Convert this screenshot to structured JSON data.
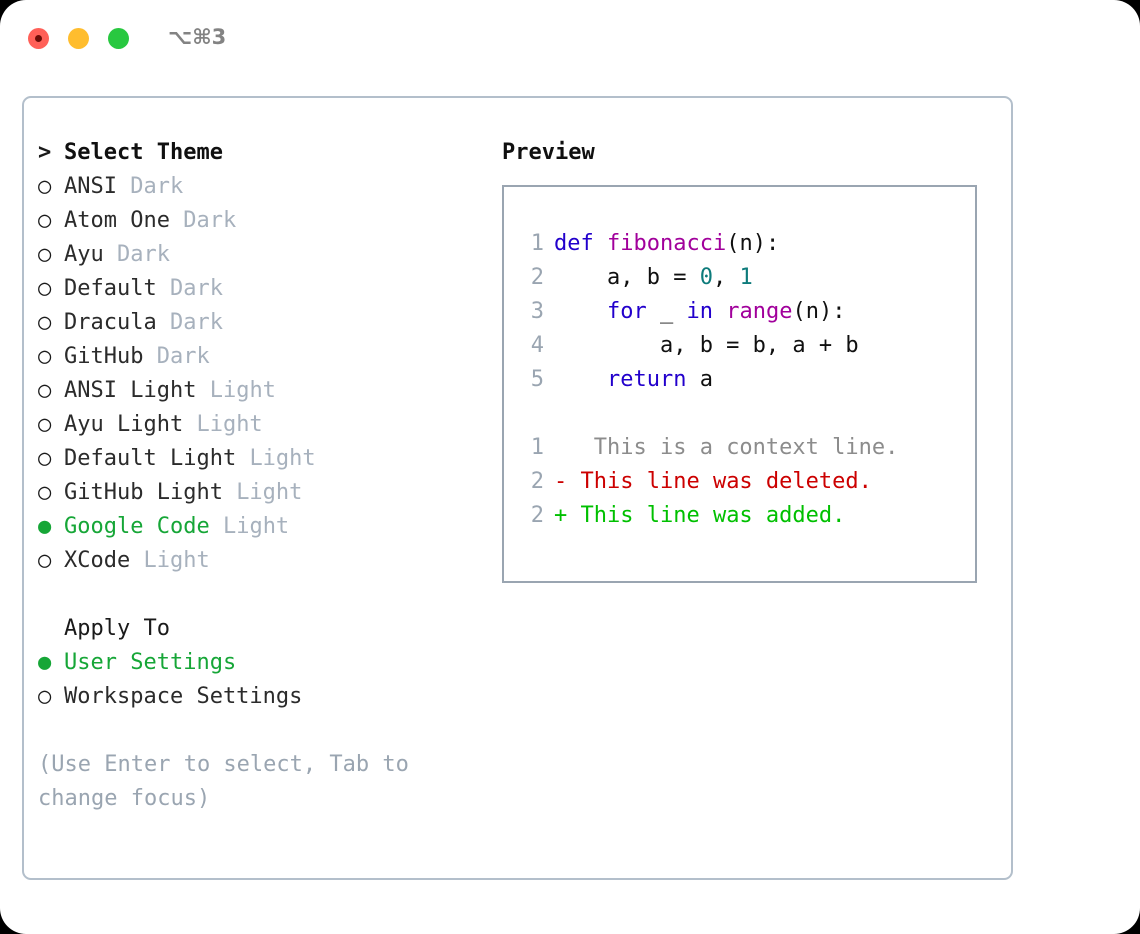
{
  "window": {
    "shortcut": "⌥⌘3",
    "traffic_lights": [
      {
        "name": "close",
        "color": "#ff6058"
      },
      {
        "name": "minimize",
        "color": "#ffbd2e"
      },
      {
        "name": "maximize",
        "color": "#28c840"
      }
    ]
  },
  "colors": {
    "accent_green": "#16a637",
    "muted": "#a7b1bd",
    "hint": "#9aa5b1",
    "panel_border": "#b3bfcb",
    "preview_border": "#9aa5b1",
    "keyword": "#2200cc",
    "function": "#a1009b",
    "number": "#0d7b7b",
    "plain": "#101010",
    "diff_context": "#8c8c8c",
    "diff_deleted": "#cc0000",
    "diff_added": "#00c000"
  },
  "theme_picker": {
    "header_prompt": ">",
    "header_label": "Select Theme",
    "marker_unselected": "○",
    "marker_selected": "●",
    "items": [
      {
        "name": "ANSI",
        "variant": "Dark",
        "selected": false
      },
      {
        "name": "Atom One",
        "variant": "Dark",
        "selected": false
      },
      {
        "name": "Ayu",
        "variant": "Dark",
        "selected": false
      },
      {
        "name": "Default",
        "variant": "Dark",
        "selected": false
      },
      {
        "name": "Dracula",
        "variant": "Dark",
        "selected": false
      },
      {
        "name": "GitHub",
        "variant": "Dark",
        "selected": false
      },
      {
        "name": "ANSI Light",
        "variant": "Light",
        "selected": false
      },
      {
        "name": "Ayu Light",
        "variant": "Light",
        "selected": false
      },
      {
        "name": "Default Light",
        "variant": "Light",
        "selected": false
      },
      {
        "name": "GitHub Light",
        "variant": "Light",
        "selected": false
      },
      {
        "name": "Google Code",
        "variant": "Light",
        "selected": true
      },
      {
        "name": "XCode",
        "variant": "Light",
        "selected": false
      }
    ]
  },
  "apply_to": {
    "header_label": "Apply To",
    "items": [
      {
        "name": "User Settings",
        "selected": true
      },
      {
        "name": "Workspace Settings",
        "selected": false
      }
    ]
  },
  "hint": {
    "text": "(Use Enter to select, Tab to change focus)"
  },
  "preview": {
    "label": "Preview",
    "code_lines": [
      {
        "no": "1",
        "tokens": [
          {
            "t": "def",
            "c": "kw"
          },
          {
            "t": " ",
            "c": "pln"
          },
          {
            "t": "fibonacci",
            "c": "fn"
          },
          {
            "t": "(n):",
            "c": "pln"
          }
        ]
      },
      {
        "no": "2",
        "tokens": [
          {
            "t": "    a, b = ",
            "c": "pln"
          },
          {
            "t": "0",
            "c": "num"
          },
          {
            "t": ", ",
            "c": "pln"
          },
          {
            "t": "1",
            "c": "num"
          }
        ]
      },
      {
        "no": "3",
        "tokens": [
          {
            "t": "    ",
            "c": "pln"
          },
          {
            "t": "for",
            "c": "kw"
          },
          {
            "t": " _ ",
            "c": "pln"
          },
          {
            "t": "in",
            "c": "kw"
          },
          {
            "t": " ",
            "c": "pln"
          },
          {
            "t": "range",
            "c": "fn"
          },
          {
            "t": "(n):",
            "c": "pln"
          }
        ]
      },
      {
        "no": "4",
        "tokens": [
          {
            "t": "        a, b = b, a + b",
            "c": "pln"
          }
        ]
      },
      {
        "no": "5",
        "tokens": [
          {
            "t": "    ",
            "c": "pln"
          },
          {
            "t": "return",
            "c": "kw"
          },
          {
            "t": " a",
            "c": "pln"
          }
        ]
      }
    ],
    "diff_lines": [
      {
        "no": "1",
        "sign": " ",
        "text": "  This is a context line.",
        "kind": "d-ctx"
      },
      {
        "no": "2",
        "sign": "-",
        "text": " This line was deleted.",
        "kind": "d-del"
      },
      {
        "no": "2",
        "sign": "+",
        "text": " This line was added.",
        "kind": "d-add"
      }
    ]
  }
}
